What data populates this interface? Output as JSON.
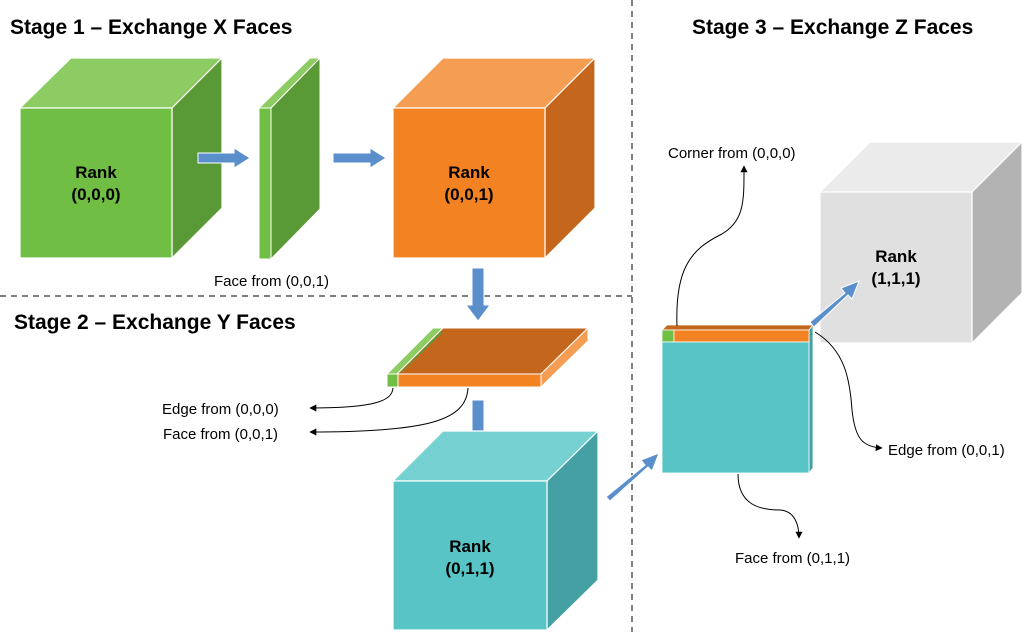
{
  "titles": {
    "stage1": "Stage 1 – Exchange X Faces",
    "stage2": "Stage 2 – Exchange Y Faces",
    "stage3": "Stage 3 – Exchange Z Faces"
  },
  "cubes": {
    "rank000": {
      "line1": "Rank",
      "line2": "(0,0,0)"
    },
    "rank001": {
      "line1": "Rank",
      "line2": "(0,0,1)"
    },
    "rank011": {
      "line1": "Rank",
      "line2": "(0,1,1)"
    },
    "rank111": {
      "line1": "Rank",
      "line2": "(1,1,1)"
    }
  },
  "labels": {
    "face_from_001_stage1": "Face from (0,0,1)",
    "edge_from_000": "Edge from (0,0,0)",
    "face_from_001_stage2": "Face from (0,0,1)",
    "corner_from_000": "Corner from (0,0,0)",
    "edge_from_001": "Edge from (0,0,1)",
    "face_from_011": "Face from (0,1,1)"
  },
  "colors": {
    "green_front": "#70bf44",
    "green_top": "#8ccc63",
    "green_side": "#5a9a36",
    "orange_front": "#f28222",
    "orange_top": "#f59d52",
    "orange_side": "#c4671c",
    "teal_front": "#58c4c6",
    "teal_top": "#76d2d2",
    "teal_side": "#44a0a2",
    "gray_front": "#e0e0e0",
    "gray_top": "#ebebeb",
    "gray_side": "#b3b3b3",
    "arrow": "#5b8fcc",
    "outline": "#ffffff"
  }
}
